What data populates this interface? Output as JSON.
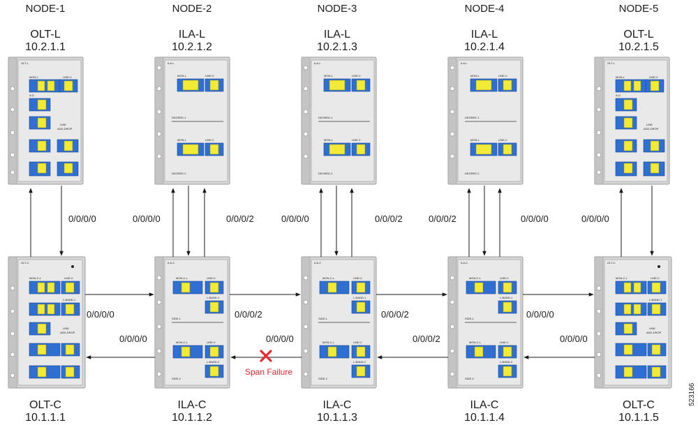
{
  "nodes": [
    {
      "title": "NODE-1",
      "top": {
        "type": "OLT-L",
        "ip": "10.2.1.1"
      },
      "bottom": {
        "type": "OLT-C",
        "ip": "10.1.1.1"
      }
    },
    {
      "title": "NODE-2",
      "top": {
        "type": "ILA-L",
        "ip": "10.2.1.2"
      },
      "bottom": {
        "type": "ILA-C",
        "ip": "10.1.1.2"
      }
    },
    {
      "title": "NODE-3",
      "top": {
        "type": "ILA-L",
        "ip": "10.2.1.3"
      },
      "bottom": {
        "type": "ILA-C",
        "ip": "10.1.1.3"
      }
    },
    {
      "title": "NODE-4",
      "top": {
        "type": "ILA-L",
        "ip": "10.2.1.4"
      },
      "bottom": {
        "type": "ILA-C",
        "ip": "10.1.1.4"
      }
    },
    {
      "title": "NODE-5",
      "top": {
        "type": "OLT-L",
        "ip": "10.2.1.5"
      },
      "bottom": {
        "type": "OLT-C",
        "ip": "10.1.1.5"
      }
    }
  ],
  "vertical_port_labels": [
    "0/0/0/0",
    "0/0/0/0",
    "0/0/0/2",
    "0/0/0/0",
    "0/0/0/2",
    "0/0/0/2",
    "0/0/0/0",
    "0/0/0/0"
  ],
  "horizontal_port_labels": [
    "0/0/0/0",
    "0/0/0/0",
    "0/0/0/2",
    "0/0/0/0",
    "0/0/0/2",
    "0/0/0/2",
    "0/0/0/0"
  ],
  "failure": {
    "label": "Span Failure",
    "marker_color": "#e8262b"
  },
  "figure_id": "523166",
  "panel_text": {
    "olt_l": {
      "header": "OLT-L",
      "mon": "MON-L",
      "line": "LINE-0",
      "ad1": "A-D",
      "line_add": "LINE",
      "add_drop": "ADD-DROP"
    },
    "ila_l": {
      "header": "ILA-L",
      "mon": "MON-L",
      "line": "LINE-0",
      "line2": "LINE-2",
      "degree1": "DEGREE-1",
      "degree2": "DEGREE-2"
    },
    "olt_c": {
      "header": "OLT-C",
      "mon": "MON-C-L",
      "line": "LINE-0",
      "lband": "L-BAND-1",
      "line_add": "LINE",
      "add_drop": "ADD-DROP"
    },
    "ila_c": {
      "header": "ILA-C",
      "mon": "MON-C-L",
      "line": "LINE-0",
      "line2": "LINE-2",
      "lband1": "L-BAND-1",
      "lband2": "L-BAND-2",
      "side1": "SIDE-1",
      "side2": "SIDE-2"
    }
  }
}
